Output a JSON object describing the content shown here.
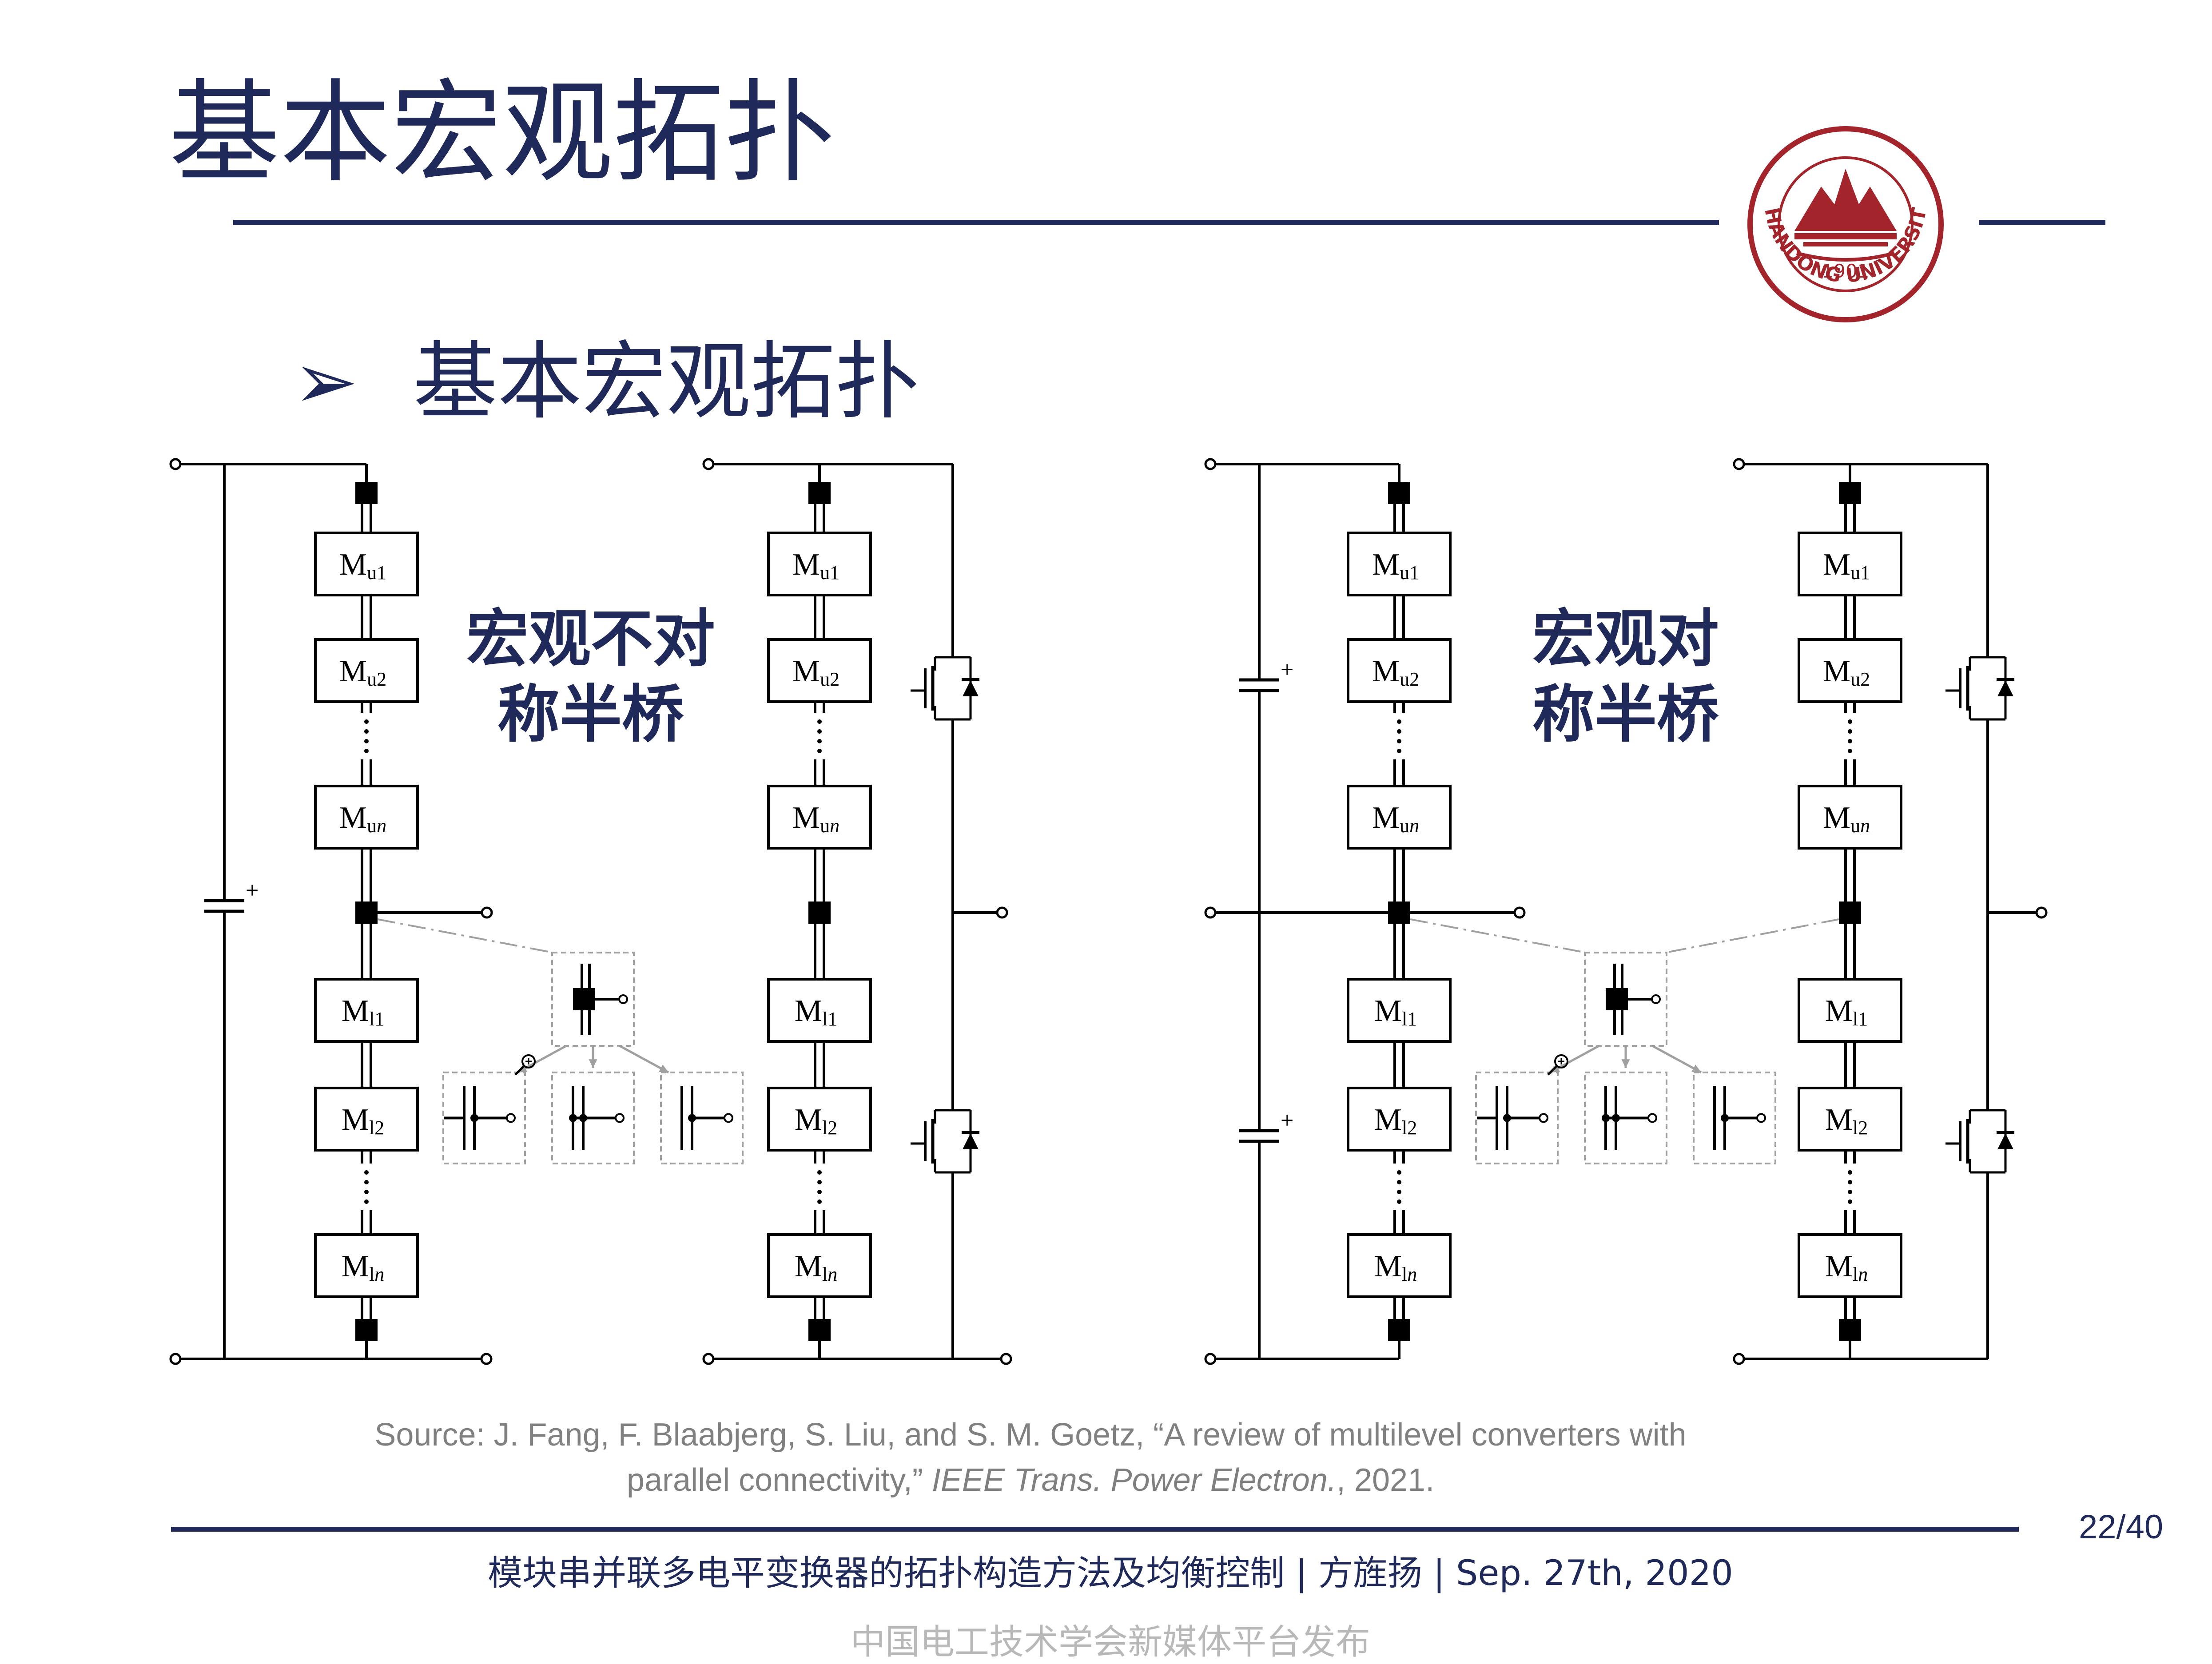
{
  "slide": {
    "title": "基本宏观拓扑",
    "bullet_symbol": "➢",
    "bullet_text": "基本宏观拓扑",
    "page_number": "22/40",
    "footer": "模块串并联多电平变换器的拓扑构造方法及均衡控制 | 方旌扬 | Sep. 27th, 2020",
    "watermark": "中国电工技术学会新媒体平台发布",
    "source_line1": "Source: J. Fang, F. Blaabjerg, S. Liu, and S. M. Goetz, “A review of multilevel converters with",
    "source_line2_plain": "parallel connectivity,” ",
    "source_line2_italic": "IEEE Trans. Power Electron.",
    "source_line2_end": ", 2021."
  },
  "logo": {
    "ring_text": "SHANDONG UNIVERSITY",
    "year": "1901",
    "color": "#a3242b"
  },
  "diagram": {
    "callout_left_line1": "宏观不对",
    "callout_left_line2": "称半桥",
    "callout_right_line1": "宏观对",
    "callout_right_line2": "称半桥",
    "module_M": "M",
    "upper_subs": [
      "u1",
      "u2",
      "u"
    ],
    "lower_subs": [
      "l1",
      "l2",
      "l"
    ],
    "index_n": "n",
    "cap_plus": "+"
  },
  "colors": {
    "title": "#1f2a5a",
    "rule": "#1f2a5a",
    "source": "#808080",
    "dashed": "#a0a0a0",
    "watermark": "#b8b8b8"
  }
}
